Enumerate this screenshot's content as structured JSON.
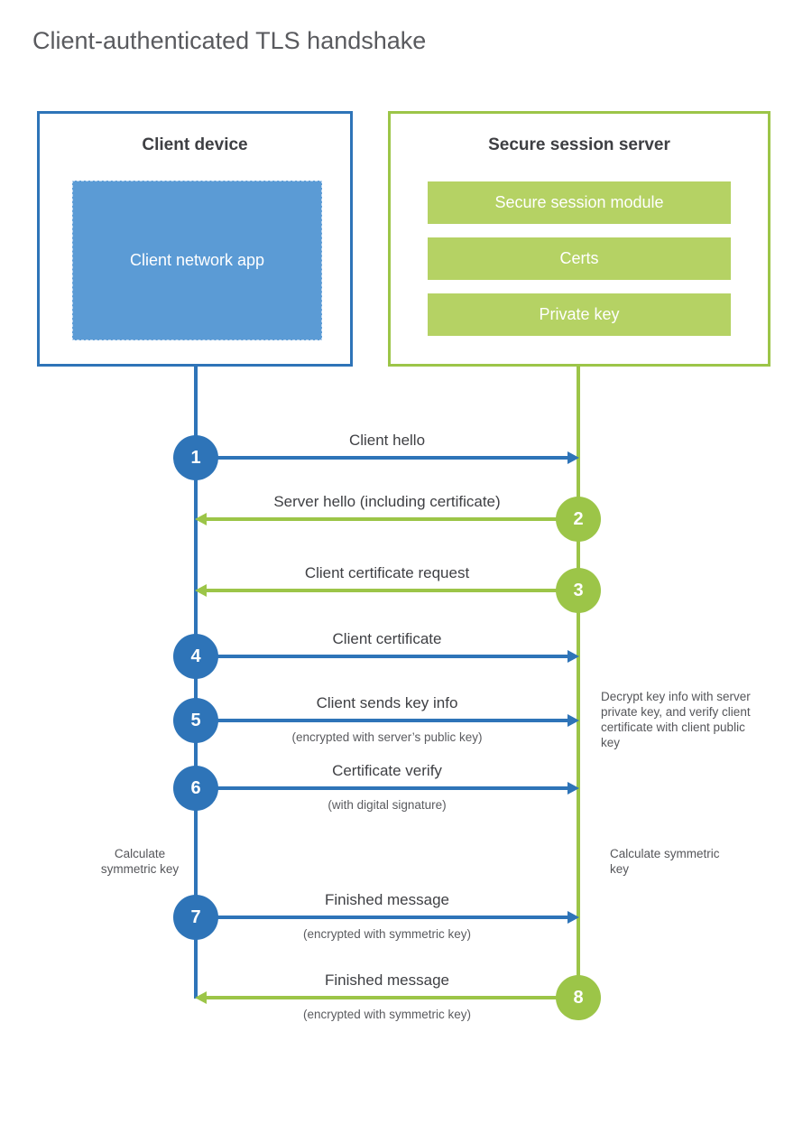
{
  "title": "Client-authenticated TLS handshake",
  "colors": {
    "blue": "#2e74b8",
    "blue_fill": "#5b9bd5",
    "green": "#9cc548",
    "green_fill": "#b5d264"
  },
  "client": {
    "title": "Client device",
    "app_label": "Client network app"
  },
  "server": {
    "title": "Secure session server",
    "modules": [
      "Secure session module",
      "Certs",
      "Private key"
    ]
  },
  "steps": [
    {
      "num": "1",
      "label": "Client hello",
      "sub": "",
      "dir": "right"
    },
    {
      "num": "2",
      "label": "Server hello (including certificate)",
      "sub": "",
      "dir": "left"
    },
    {
      "num": "3",
      "label": "Client certificate request",
      "sub": "",
      "dir": "left"
    },
    {
      "num": "4",
      "label": "Client certificate",
      "sub": "",
      "dir": "right"
    },
    {
      "num": "5",
      "label": "Client sends key info",
      "sub": "(encrypted with server’s public key)",
      "dir": "right"
    },
    {
      "num": "6",
      "label": "Certificate verify",
      "sub": "(with digital signature)",
      "dir": "right"
    },
    {
      "num": "7",
      "label": "Finished message",
      "sub": "(encrypted with symmetric key)",
      "dir": "right"
    },
    {
      "num": "8",
      "label": "Finished message",
      "sub": "(encrypted with symmetric key)",
      "dir": "left"
    }
  ],
  "notes": {
    "decrypt": "Decrypt key info with server private key, and verify client certificate with client public key",
    "calc_left": "Calculate symmetric key",
    "calc_right": "Calculate symmetric key"
  }
}
